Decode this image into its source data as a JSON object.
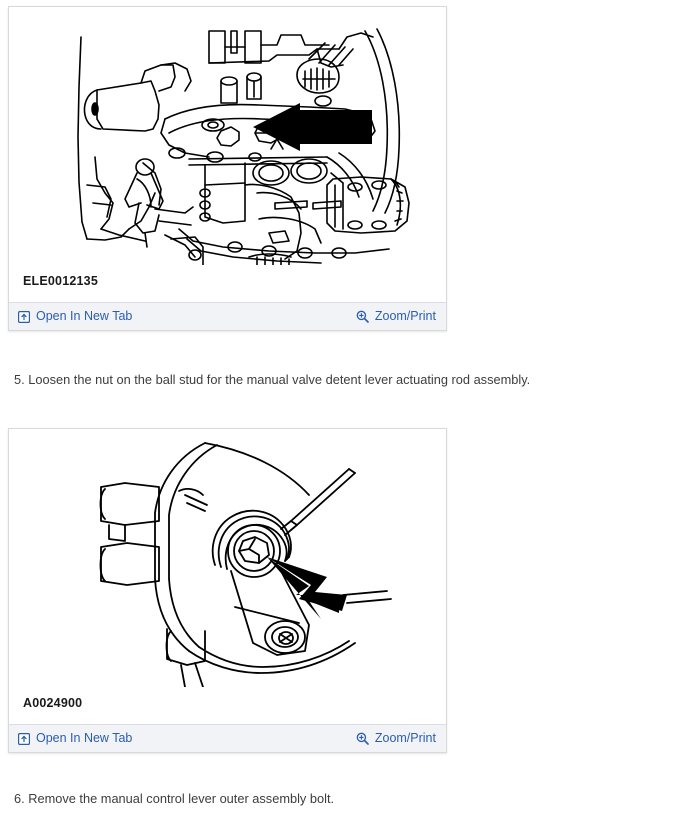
{
  "colors": {
    "page_background": "#ffffff",
    "panel_background": "#ffffff",
    "panel_border": "#d9d9d9",
    "footer_background": "#f2f3f7",
    "footer_border": "#dcdde4",
    "link": "#2a5db0",
    "caption_text": "#1b1b1b",
    "step_text": "#3d3d3d",
    "line_art": "#000000"
  },
  "figures": [
    {
      "caption": "ELE0012135",
      "art_description": "line-art-transmission-valve-body",
      "footer": {
        "open_in_new_tab": {
          "label": "Open In New Tab",
          "icon": "open-in-new-tab-icon"
        },
        "zoom_print": {
          "label": "Zoom/Print",
          "icon": "magnifier-plus-icon"
        }
      }
    },
    {
      "caption": "A0024900",
      "art_description": "line-art-manual-control-lever-bolt",
      "footer": {
        "open_in_new_tab": {
          "label": "Open In New Tab",
          "icon": "open-in-new-tab-icon"
        },
        "zoom_print": {
          "label": "Zoom/Print",
          "icon": "magnifier-plus-icon"
        }
      }
    }
  ],
  "steps": [
    {
      "number": "5.",
      "text": "5. Loosen the nut on the ball stud for the manual valve detent lever actuating rod assembly."
    },
    {
      "number": "6.",
      "text": "6. Remove the manual control lever outer assembly bolt."
    }
  ]
}
